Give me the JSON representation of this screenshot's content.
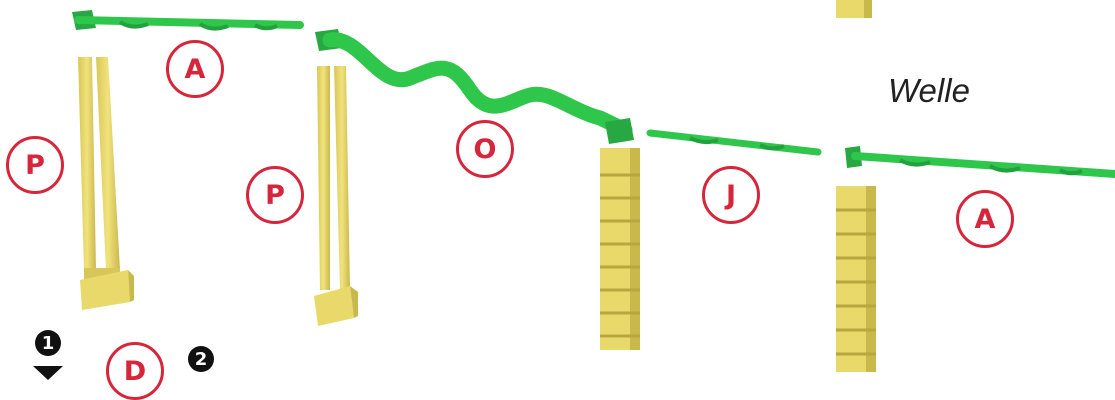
{
  "labels": {
    "a_top": "A",
    "p_left": "P",
    "p_mid": "P",
    "o": "O",
    "j": "J",
    "a_right": "A",
    "d": "D"
  },
  "caption": "Welle",
  "steps": {
    "one": "1",
    "two": "2"
  },
  "colors": {
    "rail_green": "#2fc74b",
    "support_yellow": "#e9d96a",
    "badge_red": "#d6263b"
  }
}
